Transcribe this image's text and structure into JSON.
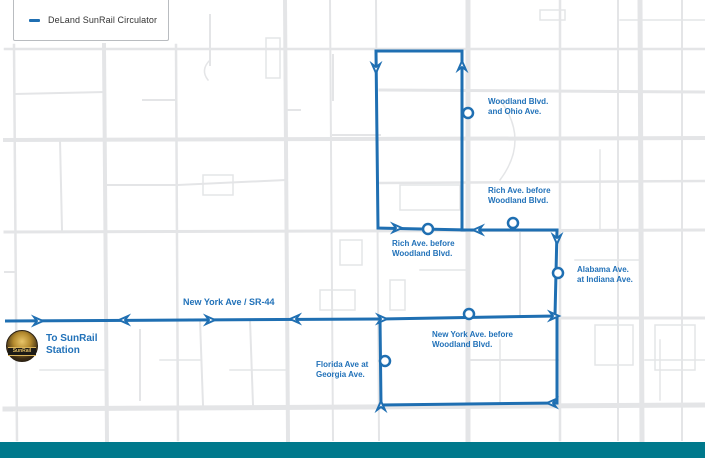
{
  "legend": {
    "label": "DeLand SunRail Circulator",
    "swatch_color": "#1f6fb2"
  },
  "colors": {
    "route": "#1f6fb2",
    "label": "#2272b9",
    "street": "#e3e4e6",
    "footer": "#00798c"
  },
  "roads": {
    "main": "New York Ave / SR-44"
  },
  "station": {
    "label": "To SunRail\nStation",
    "logo_text": "SunRail",
    "icon": "sunrail-logo-icon"
  },
  "stops": [
    {
      "id": "woodland-ohio",
      "label": "Woodland Blvd.\nand Ohio Ave."
    },
    {
      "id": "rich-east",
      "label": "Rich Ave. before\nWoodland Blvd."
    },
    {
      "id": "rich-west",
      "label": "Rich Ave. before\nWoodland Blvd."
    },
    {
      "id": "alabama-indiana",
      "label": "Alabama Ave.\nat Indiana Ave."
    },
    {
      "id": "newyork-woodland",
      "label": "New York Ave. before\nWoodland Blvd."
    },
    {
      "id": "florida-georgia",
      "label": "Florida Ave at\nGeorgia Ave."
    }
  ]
}
